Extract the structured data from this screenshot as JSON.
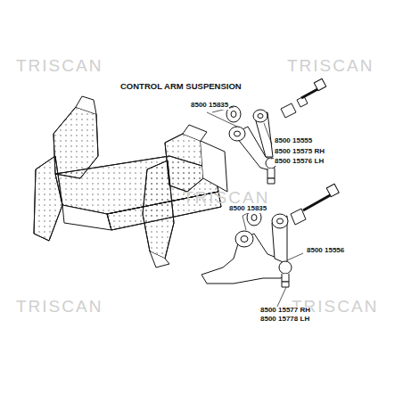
{
  "diagram": {
    "title": "CONTROL ARM SUSPENSION",
    "labels": [
      "TRISCAN",
      "TRISCAN",
      "TRISCAN",
      "TRISCAN",
      "TRISCAN",
      "8500 15835",
      "8500 15555",
      "8500 15575 RH",
      "8500 15576 LH",
      "8500 15835",
      "8500 15556",
      "8500 15577 RH",
      "8500 15778 LH"
    ]
  }
}
